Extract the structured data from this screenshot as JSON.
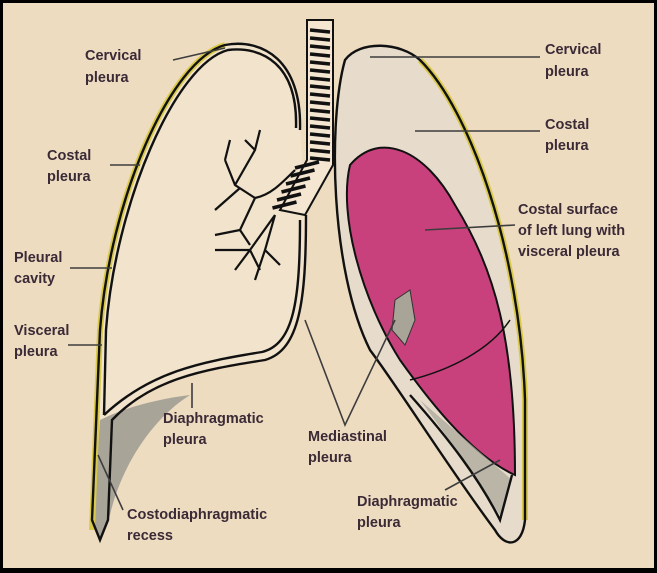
{
  "title": "Pleura of the lungs",
  "colors": {
    "background": "#eedcc1",
    "lung_surface": "#c8407c",
    "pleura_gray": "#a8a498",
    "parietal_yellow": "#d9c94a",
    "outline": "#111111"
  },
  "labels": {
    "cervical_left": [
      "Cervical",
      "pleura"
    ],
    "costal_left": [
      "Costal",
      "pleura"
    ],
    "pleural_cavity": [
      "Pleural",
      "cavity"
    ],
    "visceral": [
      "Visceral",
      "pleura"
    ],
    "diaphragmatic_left": [
      "Diaphragmatic",
      "pleura"
    ],
    "mediastinal": [
      "Mediastinal",
      "pleura"
    ],
    "costodiaphragmatic": [
      "Costodiaphragmatic",
      "recess"
    ],
    "diaphragmatic_right": [
      "Diaphragmatic",
      "pleura"
    ],
    "cervical_right": [
      "Cervical",
      "pleura"
    ],
    "costal_right": [
      "Costal",
      "pleura"
    ],
    "costal_surface": [
      "Costal surface",
      "of left lung with",
      "visceral pleura"
    ]
  }
}
